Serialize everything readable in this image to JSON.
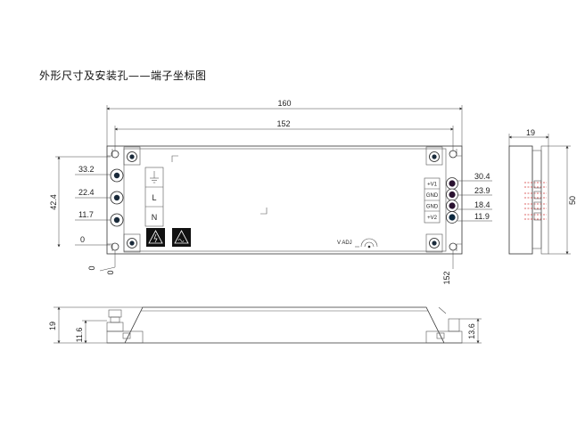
{
  "title": "外形尺寸及安装孔——端子坐标图",
  "top_view": {
    "width_overall": "160",
    "width_holes": "152",
    "height_holes": "42.4",
    "left_terminals": [
      "33.2",
      "22.4",
      "11.7",
      "0"
    ],
    "bottom_zero_labels": [
      "0",
      "0"
    ],
    "input_labels": [
      "L",
      "N"
    ],
    "right_terminals": [
      {
        "label": "+V1",
        "coord": "30.4"
      },
      {
        "label": "GND",
        "coord": "23.9"
      },
      {
        "label": "GND",
        "coord": "18.4"
      },
      {
        "label": "+V2",
        "coord": "11.9"
      }
    ],
    "right_bottom_coord": "152",
    "vadj_label": "V ADJ"
  },
  "side_view": {
    "depth": "19",
    "height": "50"
  },
  "front_view": {
    "height": "19",
    "mount_height_left": "11.6",
    "mount_height_right": "13.6"
  }
}
